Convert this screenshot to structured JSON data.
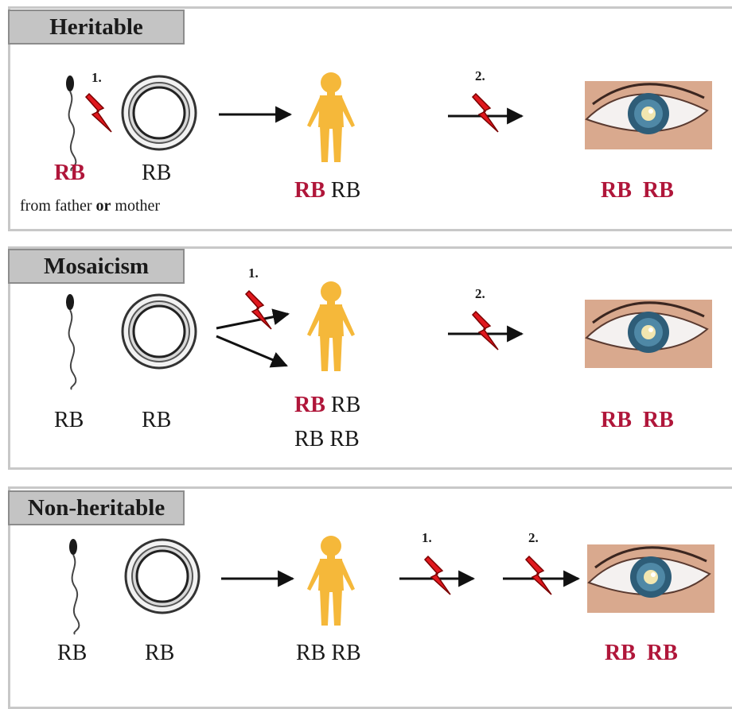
{
  "panels": [
    {
      "title": "Heritable",
      "sperm_label": "RB",
      "egg_label": "RB",
      "origin_note": [
        "from father ",
        "or",
        " mother"
      ],
      "mutation_1": "1.",
      "mutation_2": "2.",
      "child_labels": [
        "RB",
        "RB"
      ],
      "eye_labels": [
        "RB",
        "RB"
      ]
    },
    {
      "title": "Mosaicism",
      "sperm_label": "RB",
      "egg_label": "RB",
      "mutation_1": "1.",
      "mutation_2": "2.",
      "child_labels_row1": [
        "RB",
        "RB"
      ],
      "child_labels_row2": [
        "RB",
        "RB"
      ],
      "eye_labels": [
        "RB",
        "RB"
      ]
    },
    {
      "title": "Non-heritable",
      "sperm_label": "RB",
      "egg_label": "RB",
      "mutation_1": "1.",
      "mutation_2": "2.",
      "child_labels": [
        "RB",
        "RB"
      ],
      "eye_labels": [
        "RB",
        "RB"
      ]
    }
  ],
  "colors": {
    "mutant_red": "#b0163a",
    "bolt_red": "#e0181e",
    "child_orange": "#f5b83a",
    "panel_border": "#c8c8c8",
    "title_fill": "#c4c4c4"
  },
  "icons": [
    "sperm-icon",
    "egg-cell-icon",
    "lightning-bolt-icon",
    "child-figure-icon",
    "eye-icon",
    "arrow-icon"
  ]
}
